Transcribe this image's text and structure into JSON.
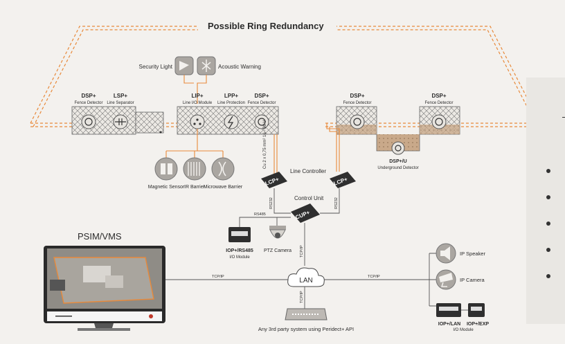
{
  "title": "Possible Ring Redundancy",
  "top_devices": {
    "security_light": "Security Light",
    "acoustic_warning": "Acoustic Warning"
  },
  "fence_units": [
    {
      "name": "DSP+",
      "desc": "Fence Detector"
    },
    {
      "name": "LSP+",
      "desc": "Line Separator"
    },
    {
      "name": "LIP+",
      "desc": "Line I/O Module"
    },
    {
      "name": "LPP+",
      "desc": "Line Protection"
    },
    {
      "name": "DSP+",
      "desc": "Fence Detector"
    },
    {
      "name": "DSP+",
      "desc": "Fence Detector"
    },
    {
      "name": "DSP+",
      "desc": "Fence Detector"
    }
  ],
  "underground": {
    "name": "DSP+/U",
    "desc": "Underground Detector"
  },
  "sensors": [
    {
      "label": "Magnetic Sensor"
    },
    {
      "label": "IR Barrier"
    },
    {
      "label": "Microwave Barrier"
    }
  ],
  "cable_spec": "Cu 2 x 0,75 mm²  16 - 36 V",
  "line_controller": {
    "label": "Line Controller",
    "badge": "LCP+"
  },
  "control_unit": {
    "label": "Control Unit",
    "badge": "CUP+"
  },
  "links": {
    "rs232": "RS232",
    "rs485": "RS485",
    "tcpip": "TCP/IP"
  },
  "iop_rs485": {
    "name": "IOP+/RS485",
    "desc": "I/O Module"
  },
  "ptz_camera": "PTZ Camera",
  "psim": "PSIM/VMS",
  "lan": "LAN",
  "third_party": "Any 3rd party system using Peridect+ API",
  "ip_speaker": "IP Speaker",
  "ip_camera": "IP Camera",
  "iop_lan": {
    "name": "IOP+/LAN",
    "name2": "IOP+/EXP",
    "desc": "I/O Module"
  },
  "colors": {
    "accent": "#e8893a",
    "background": "#f3f1ee",
    "panel": "#e9e7e3"
  }
}
